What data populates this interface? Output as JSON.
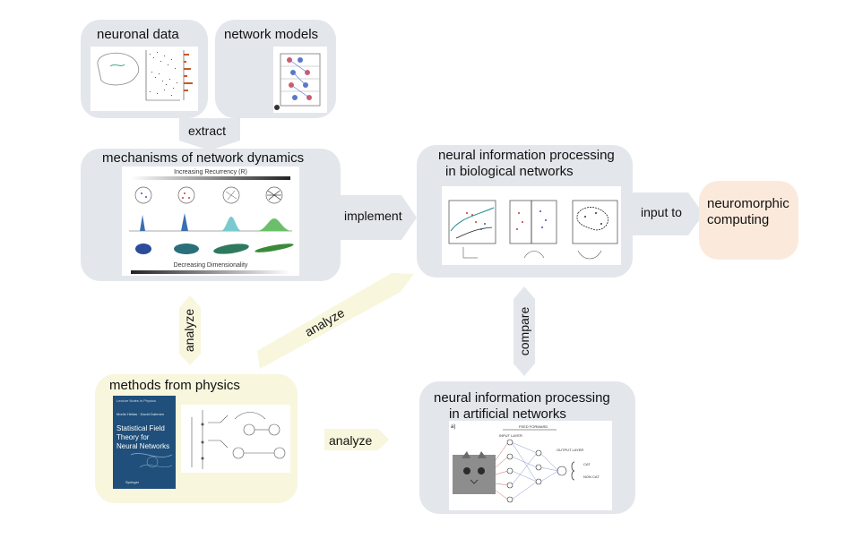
{
  "nodes": {
    "neuronal_data": "neuronal data",
    "network_models": "network models",
    "mechanisms": "mechanisms of network dynamics",
    "bio_line1": "neural information processing",
    "bio_line2": "in biological networks",
    "neuromorphic_line1": "neuromorphic",
    "neuromorphic_line2": "computing",
    "physics": "methods from physics",
    "art_line1": "neural information processing",
    "art_line2": "in artificial networks"
  },
  "arrows": {
    "extract": "extract",
    "implement": "implement",
    "input_to": "input to",
    "analyze_up": "analyze",
    "analyze_diag": "analyze",
    "analyze_right": "analyze",
    "compare": "compare"
  },
  "figures": {
    "mechanisms_top": "Increasing Recurrency (R)",
    "mechanisms_bottom": "Decreasing Dimensionality",
    "book_title_line1": "Statistical Field",
    "book_title_line2": "Theory for",
    "book_title_line3": "Neural Networks",
    "book_authors": "Moritz Helias · David Dahmen",
    "book_publisher": "Springer",
    "book_series": "Lecture Notes in Physics",
    "cnn_pixels": "INPUT LAYER",
    "cnn_forward": "FEED FORWARD",
    "cnn_output": "OUTPUT LAYER",
    "cnn_cat": "CAT",
    "cnn_noncat": "NON CAT",
    "cnn_panel": "a)"
  },
  "colors": {
    "gray_box": "#e3e7ec",
    "cream_box": "#f8f6dc",
    "peach_box": "#fbeadc",
    "arrow_gray": "#e3e7ec",
    "arrow_cream": "#f8f6dc"
  }
}
